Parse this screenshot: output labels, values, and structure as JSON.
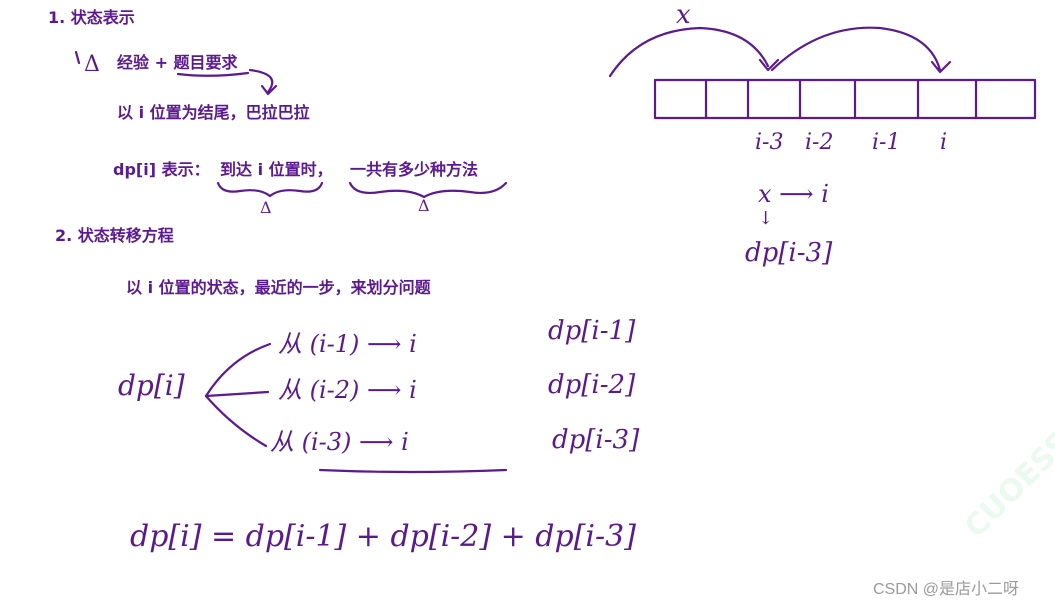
{
  "section1": {
    "heading": "1. 状态表示",
    "note_label": "经验 + 题目要求",
    "line1": "以 i 位置为结尾，巴拉巴拉",
    "dp_prefix": "dp[i] 表示：",
    "dp_part1": "到达 i 位置时，",
    "dp_part2": "一共有多少种方法",
    "tri1": "Δ",
    "tri2": "Δ",
    "tri3": "Δ"
  },
  "section2": {
    "heading": "2. 状态转移方程",
    "subline": "以 i 位置的状态，最近的一步，来划分问题"
  },
  "handwriting": {
    "dp_i": "dp[i]",
    "branches": [
      {
        "from": "从 (i-1) ⟶ i",
        "to": "dp[i-1]"
      },
      {
        "from": "从 (i-2) ⟶ i",
        "to": "dp[i-2]"
      },
      {
        "from": "从 (i-3) ⟶ i",
        "to": "dp[i-3]"
      }
    ],
    "formula": "dp[i] = dp[i-1] + dp[i-2] + dp[i-3]"
  },
  "array_sketch": {
    "x_mark": "x",
    "labels": [
      "i-3",
      "i-2",
      "i-1",
      "i"
    ],
    "x_to_i": "x ⟶ i",
    "down_arrow": "↓",
    "dp_ref": "dp[i-3]"
  },
  "watermark": {
    "text": "CSDN @是店小二呀"
  },
  "colors": {
    "ink": "#5b1a8f",
    "watermark": "#9a9a9a"
  }
}
